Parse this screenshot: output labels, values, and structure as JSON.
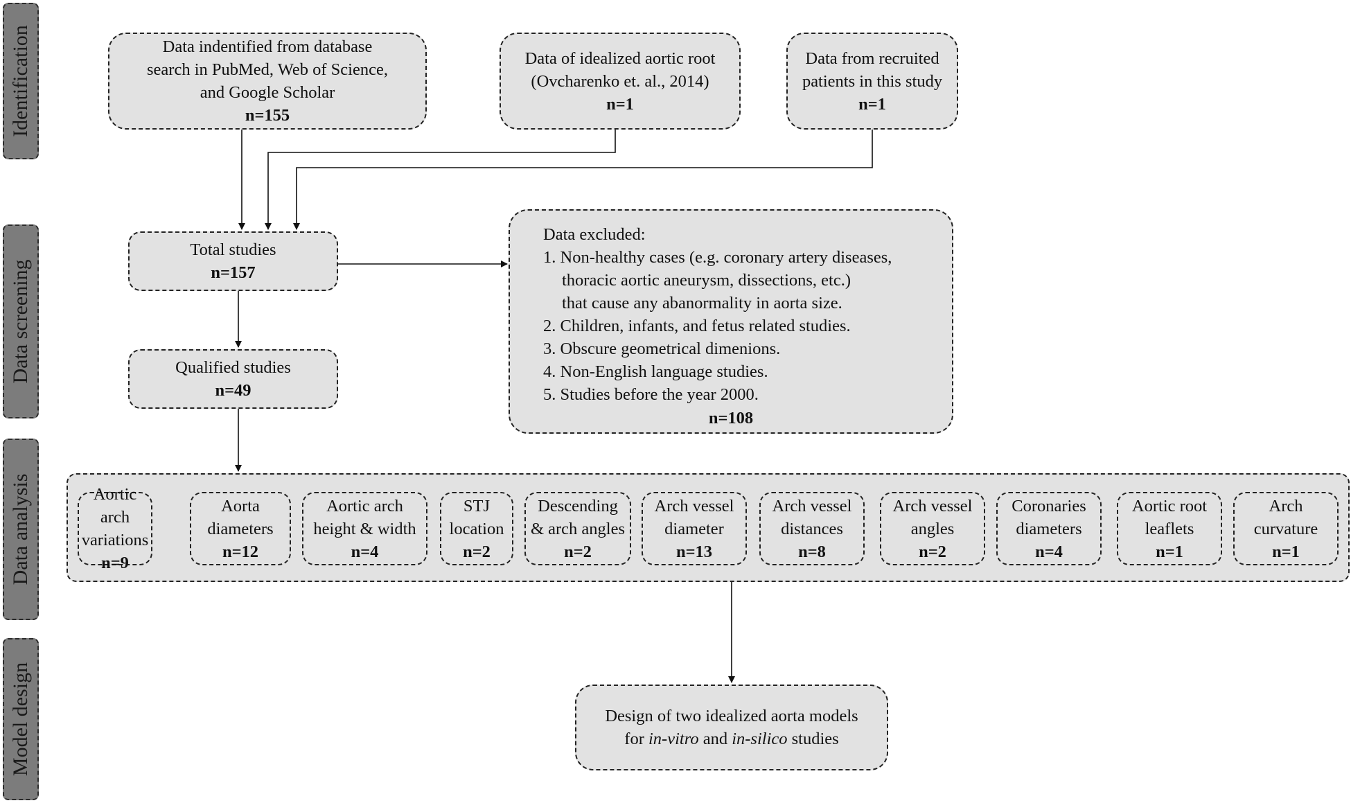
{
  "stages": [
    "Identification",
    "Data screening",
    "Data analysis",
    "Model design"
  ],
  "sources": [
    {
      "lines": [
        "Data indentified from database",
        "search in PubMed, Web of Science,",
        "and Google Scholar"
      ],
      "n": "n=155"
    },
    {
      "lines": [
        "Data of idealized aortic root",
        "(Ovcharenko et. al., 2014)"
      ],
      "n": "n=1"
    },
    {
      "lines": [
        "Data from recruited",
        "patients in this study"
      ],
      "n": "n=1"
    }
  ],
  "total": {
    "label": "Total studies",
    "n": "n=157"
  },
  "qualified": {
    "label": "Qualified studies",
    "n": "n=49"
  },
  "excluded": {
    "title": "Data excluded:",
    "items": [
      [
        "1. Non-healthy cases (e.g. coronary artery diseases,",
        "thoracic aortic aneurysm, dissections, etc.)",
        "that cause any abanormality in aorta size."
      ],
      [
        "2. Children, infants, and fetus related studies."
      ],
      [
        "3. Obscure geometrical dimenions."
      ],
      [
        "4. Non-English language studies."
      ],
      [
        "5. Studies before the year 2000."
      ]
    ],
    "n": "n=108"
  },
  "categories": [
    {
      "lines": [
        "Aortic arch",
        "variations"
      ],
      "n": "n=9"
    },
    {
      "lines": [
        "Aorta",
        "diameters"
      ],
      "n": "n=12"
    },
    {
      "lines": [
        "Aortic arch",
        "height & width"
      ],
      "n": "n=4"
    },
    {
      "lines": [
        "STJ",
        "location"
      ],
      "n": "n=2"
    },
    {
      "lines": [
        "Descending",
        "& arch angles"
      ],
      "n": "n=2"
    },
    {
      "lines": [
        "Arch vessel",
        "diameter"
      ],
      "n": "n=13"
    },
    {
      "lines": [
        "Arch vessel",
        "distances"
      ],
      "n": "n=8"
    },
    {
      "lines": [
        "Arch vessel",
        "angles"
      ],
      "n": "n=2"
    },
    {
      "lines": [
        "Coronaries",
        "diameters"
      ],
      "n": "n=4"
    },
    {
      "lines": [
        "Aortic root",
        "leaflets"
      ],
      "n": "n=1"
    },
    {
      "lines": [
        "Arch",
        "curvature"
      ],
      "n": "n=1"
    }
  ],
  "design": {
    "line1": "Design of two idealized aorta models",
    "line2_prefix": "for ",
    "line2_em1": "in-vitro",
    "line2_mid": " and ",
    "line2_em2": "in-silico",
    "line2_suffix": " studies"
  }
}
